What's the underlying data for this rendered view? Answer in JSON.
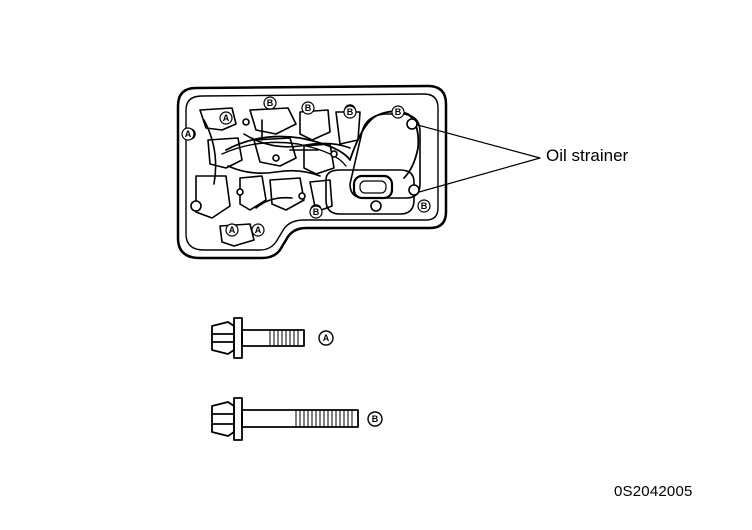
{
  "labels": {
    "oil_strainer": "Oil strainer",
    "figure_id": "0S2042005"
  },
  "bolt_markers": {
    "a": "A",
    "b": "B"
  },
  "colors": {
    "ink": "#000000",
    "paper": "#ffffff"
  }
}
